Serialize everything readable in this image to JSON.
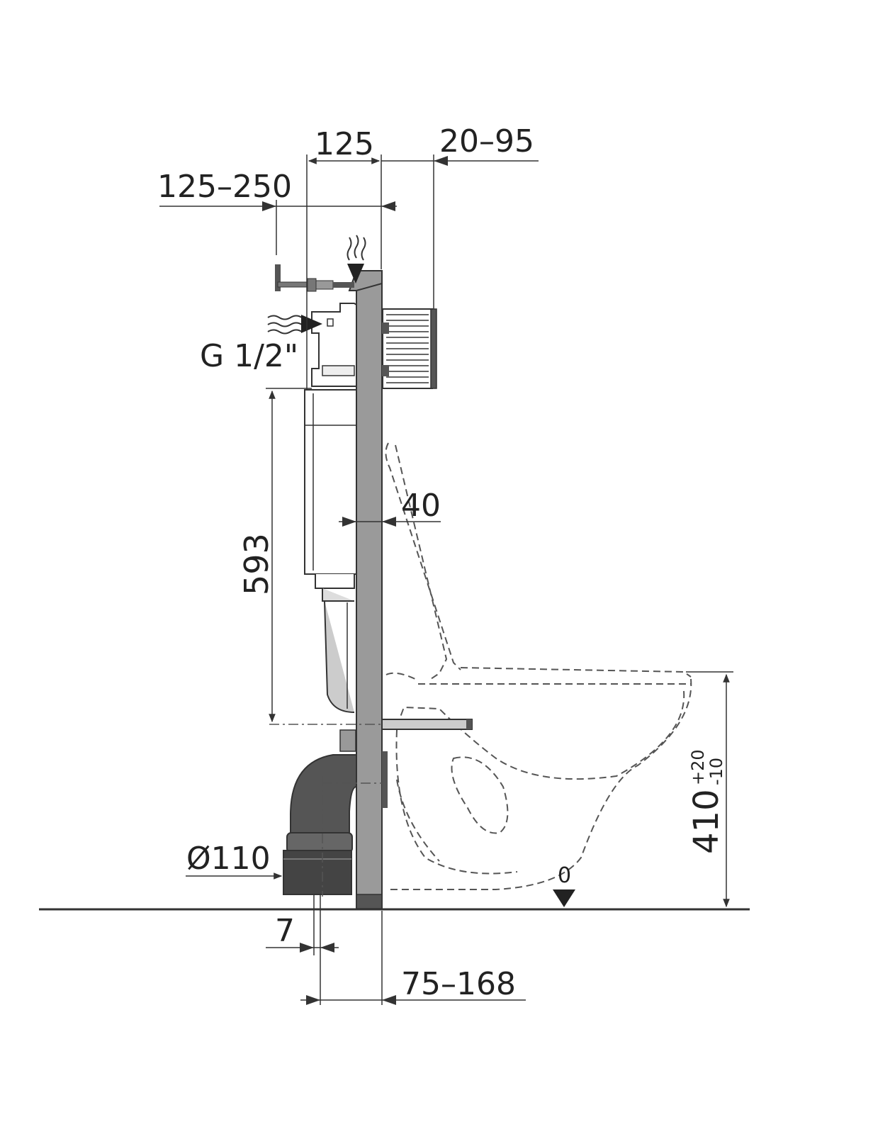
{
  "dimensions": {
    "d125": "125",
    "d20_95": "20–95",
    "d125_250": "125–250",
    "g12": "G 1/2\"",
    "d40": "40",
    "d593": "593",
    "d110": "Ø110",
    "d410": "410",
    "d410_tol_plus": "+20",
    "d410_tol_minus": "-10",
    "d0": "0",
    "d7": "7",
    "d75_168": "75–168"
  },
  "colors": {
    "frame": "#9a9a9a",
    "pipe": "#555555",
    "line": "#333333",
    "dashed": "#555555"
  }
}
